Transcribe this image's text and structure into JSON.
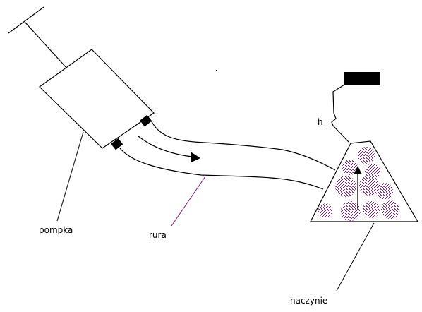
{
  "labels": {
    "pump": "pompka",
    "pipe": "rura",
    "vessel": "naczynie",
    "height": "h"
  },
  "colors": {
    "line": "#000000",
    "pipe_pointer": "#7a1f7a",
    "particles": "#8a2a8a",
    "background": "#ffffff"
  },
  "icons": {
    "flow_arrow": "arrowhead",
    "rise_arrow": "up-arrow",
    "block": "black-rectangle"
  }
}
